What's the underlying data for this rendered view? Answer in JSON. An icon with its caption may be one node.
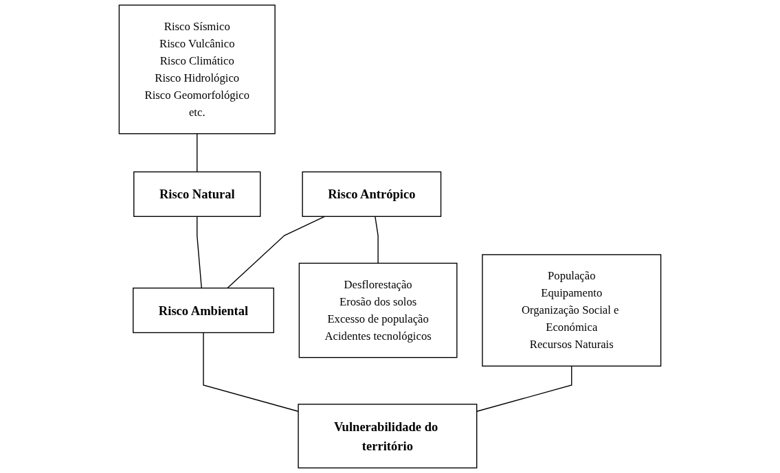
{
  "diagram": {
    "nodes": [
      {
        "text": [
          "Risco Sísmico",
          "Risco Vulcânico",
          "Risco Climático",
          "Risco Hidrológico",
          "Risco Geomorfológico",
          "etc."
        ]
      },
      {
        "text": [
          "Risco Natural"
        ]
      },
      {
        "text": [
          "Risco Antrópico"
        ]
      },
      {
        "text": [
          "Desflorestação",
          "Erosão dos solos",
          "Excesso de população",
          "Acidentes tecnológicos"
        ]
      },
      {
        "text": [
          "Risco Ambiental"
        ]
      },
      {
        "text": [
          "População",
          "Equipamento",
          "Organização Social e Económica",
          "Recursos Naturais"
        ]
      },
      {
        "text": [
          "Vulnerabilidade do território"
        ]
      }
    ],
    "edges": [
      {
        "from": 0,
        "to": 1,
        "arrow": "none"
      },
      {
        "from": 2,
        "to": 3,
        "arrow": "none"
      },
      {
        "from": 1,
        "to": 4,
        "arrow": "none"
      },
      {
        "from": 2,
        "to": 4,
        "arrow": "none"
      },
      {
        "from": 4,
        "to": 6,
        "arrow": "none"
      },
      {
        "from": 5,
        "to": 6,
        "arrow": "none"
      }
    ]
  }
}
